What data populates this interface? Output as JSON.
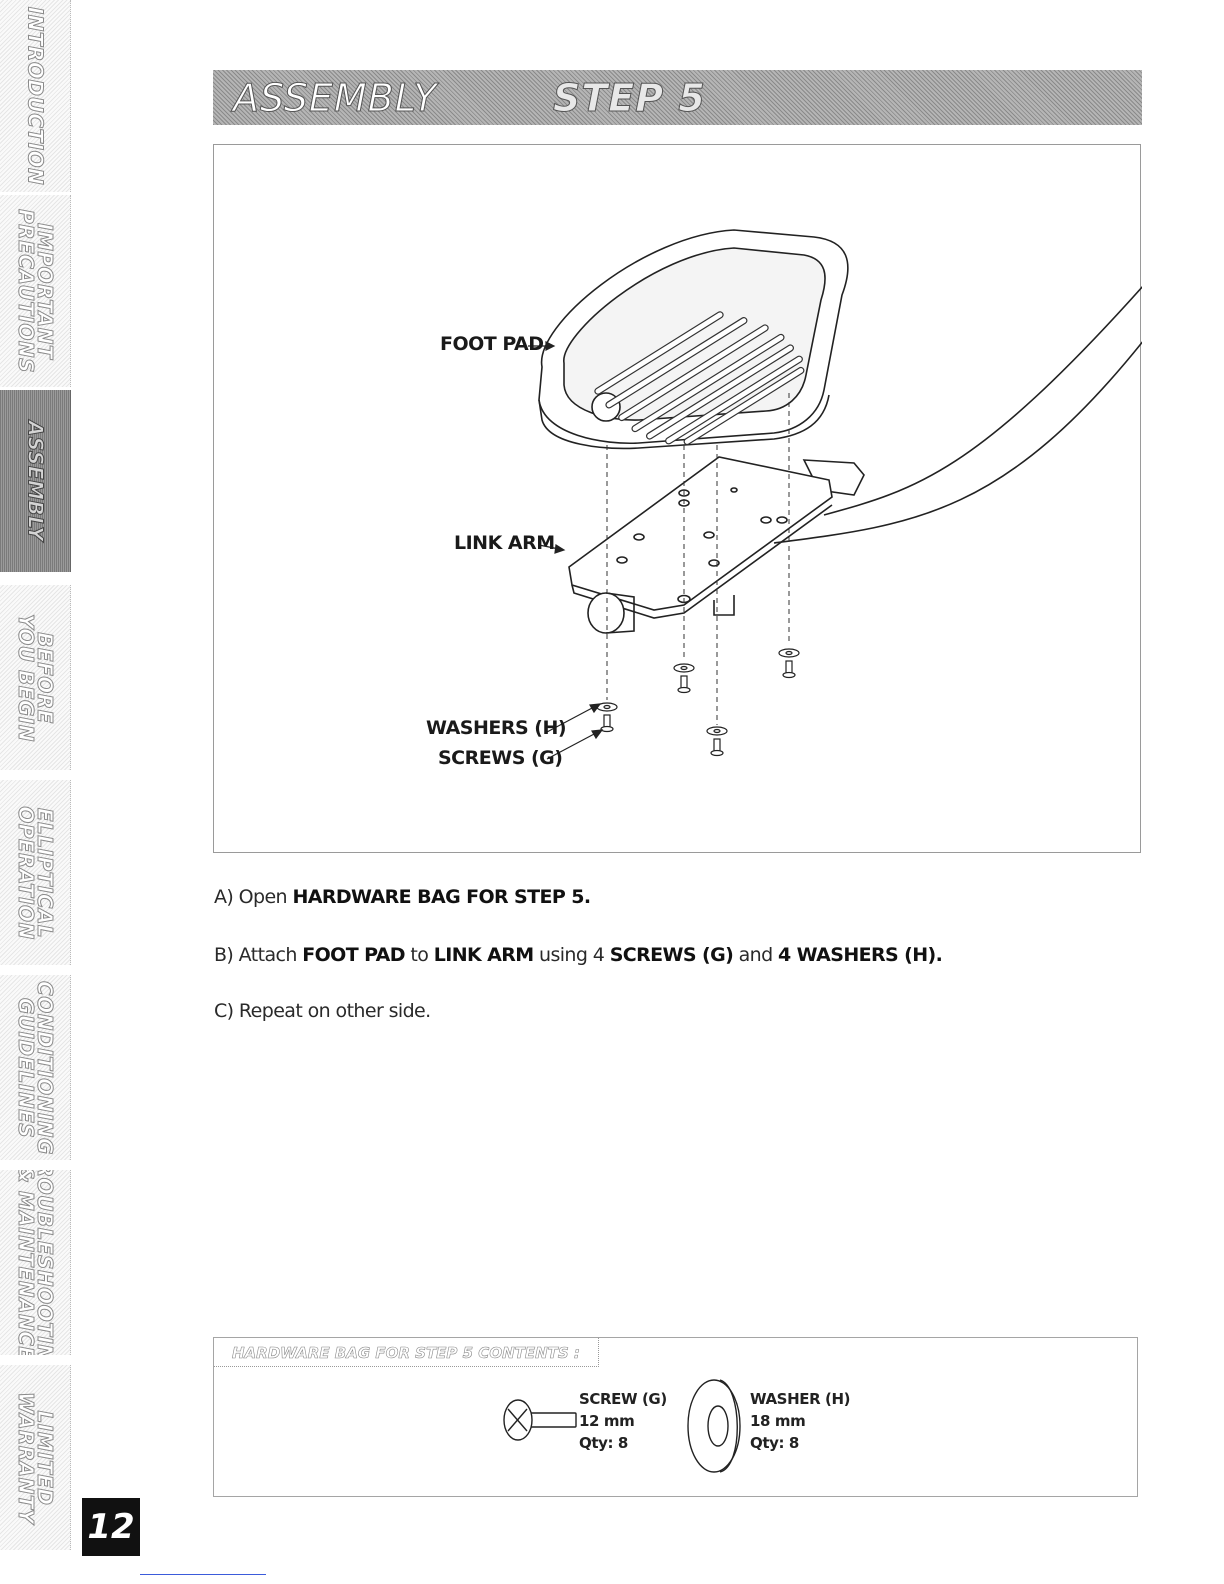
{
  "side_tabs": [
    {
      "label": "INTRODUCTION",
      "active": false
    },
    {
      "label": "IMPORTANT\nPRECAUTIONS",
      "active": false
    },
    {
      "label": "ASSEMBLY",
      "active": true
    },
    {
      "label": "BEFORE\nYOU BEGIN",
      "active": false
    },
    {
      "label": "ELLIPTICAL\nOPERATION",
      "active": false
    },
    {
      "label": "CONDITIONING\nGUIDELINES",
      "active": false
    },
    {
      "label": "TROUBLESHOOTING\n& MAINTENANCE",
      "active": false
    },
    {
      "label": "LIMITED\nWARRANTY",
      "active": false
    }
  ],
  "page_number": "12",
  "banner": {
    "title_part1": "ASSEMBLY",
    "title_part2": "STEP 5"
  },
  "diagram": {
    "callouts": {
      "foot_pad": "FOOT PAD",
      "link_arm": "LINK ARM",
      "washers": "WASHERS (H)",
      "screws": "SCREWS (G)"
    }
  },
  "instructions": {
    "a": {
      "prefix": "A) Open ",
      "bold": "HARDWARE BAG FOR STEP 5."
    },
    "b": {
      "t1": "B) Attach ",
      "b1": "FOOT PAD",
      "t2": " to ",
      "b2": "LINK ARM",
      "t3": " using 4 ",
      "b3": "SCREWS (G)",
      "t4": " and ",
      "b4": "4 WASHERS (H)."
    },
    "c": {
      "text": "C) Repeat on other side."
    }
  },
  "hardware_bag": {
    "title": "HARDWARE BAG FOR STEP 5 CONTENTS :",
    "screw": {
      "name": "SCREW (G)",
      "size": "12 mm",
      "qty": "Qty: 8"
    },
    "washer": {
      "name": "WASHER (H)",
      "size": "18 mm",
      "qty": "Qty: 8"
    }
  }
}
